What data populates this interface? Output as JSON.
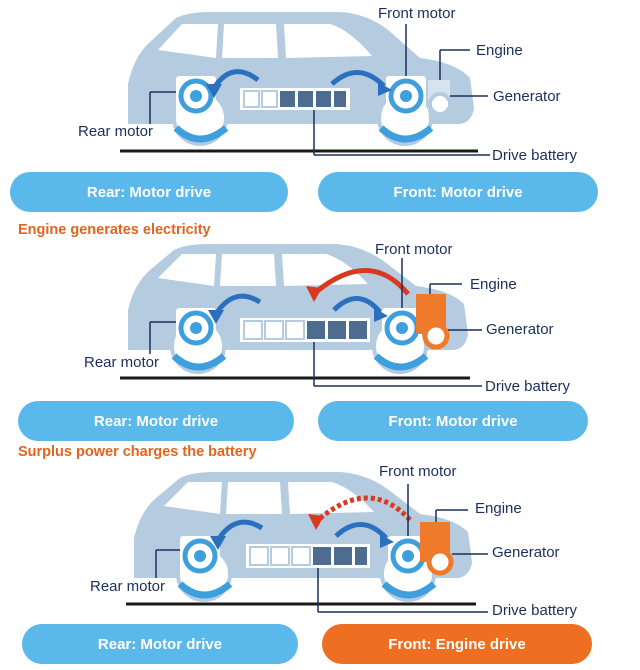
{
  "panels": [
    {
      "title": "",
      "labels": {
        "front_motor": "Front motor",
        "engine": "Engine",
        "generator": "Generator",
        "rear_motor": "Rear motor",
        "drive_battery": "Drive battery"
      },
      "pills": {
        "rear": "Rear: Motor drive",
        "front": "Front: Motor drive"
      },
      "front_mode": "motor"
    },
    {
      "title": "Engine generates electricity",
      "labels": {
        "front_motor": "Front motor",
        "engine": "Engine",
        "generator": "Generator",
        "rear_motor": "Rear motor",
        "drive_battery": "Drive battery"
      },
      "pills": {
        "rear": "Rear: Motor drive",
        "front": "Front: Motor drive"
      },
      "front_mode": "motor"
    },
    {
      "title": "Surplus power charges the battery",
      "labels": {
        "front_motor": "Front motor",
        "engine": "Engine",
        "generator": "Generator",
        "rear_motor": "Rear motor",
        "drive_battery": "Drive battery"
      },
      "pills": {
        "rear": "Rear: Motor drive",
        "front": "Front: Engine drive"
      },
      "front_mode": "engine"
    }
  ],
  "colors": {
    "car_body": "#b4cbe0",
    "window": "#ffffff",
    "motor": "#3d9fde",
    "arrow_blue": "#2b6fbf",
    "arrow_red": "#d9391f",
    "engine_orange": "#ee7a2a",
    "pill_blue": "#5bb8ea",
    "pill_orange": "#ee6f22",
    "label_text": "#1b2f5c",
    "title_text": "#e2641f"
  }
}
